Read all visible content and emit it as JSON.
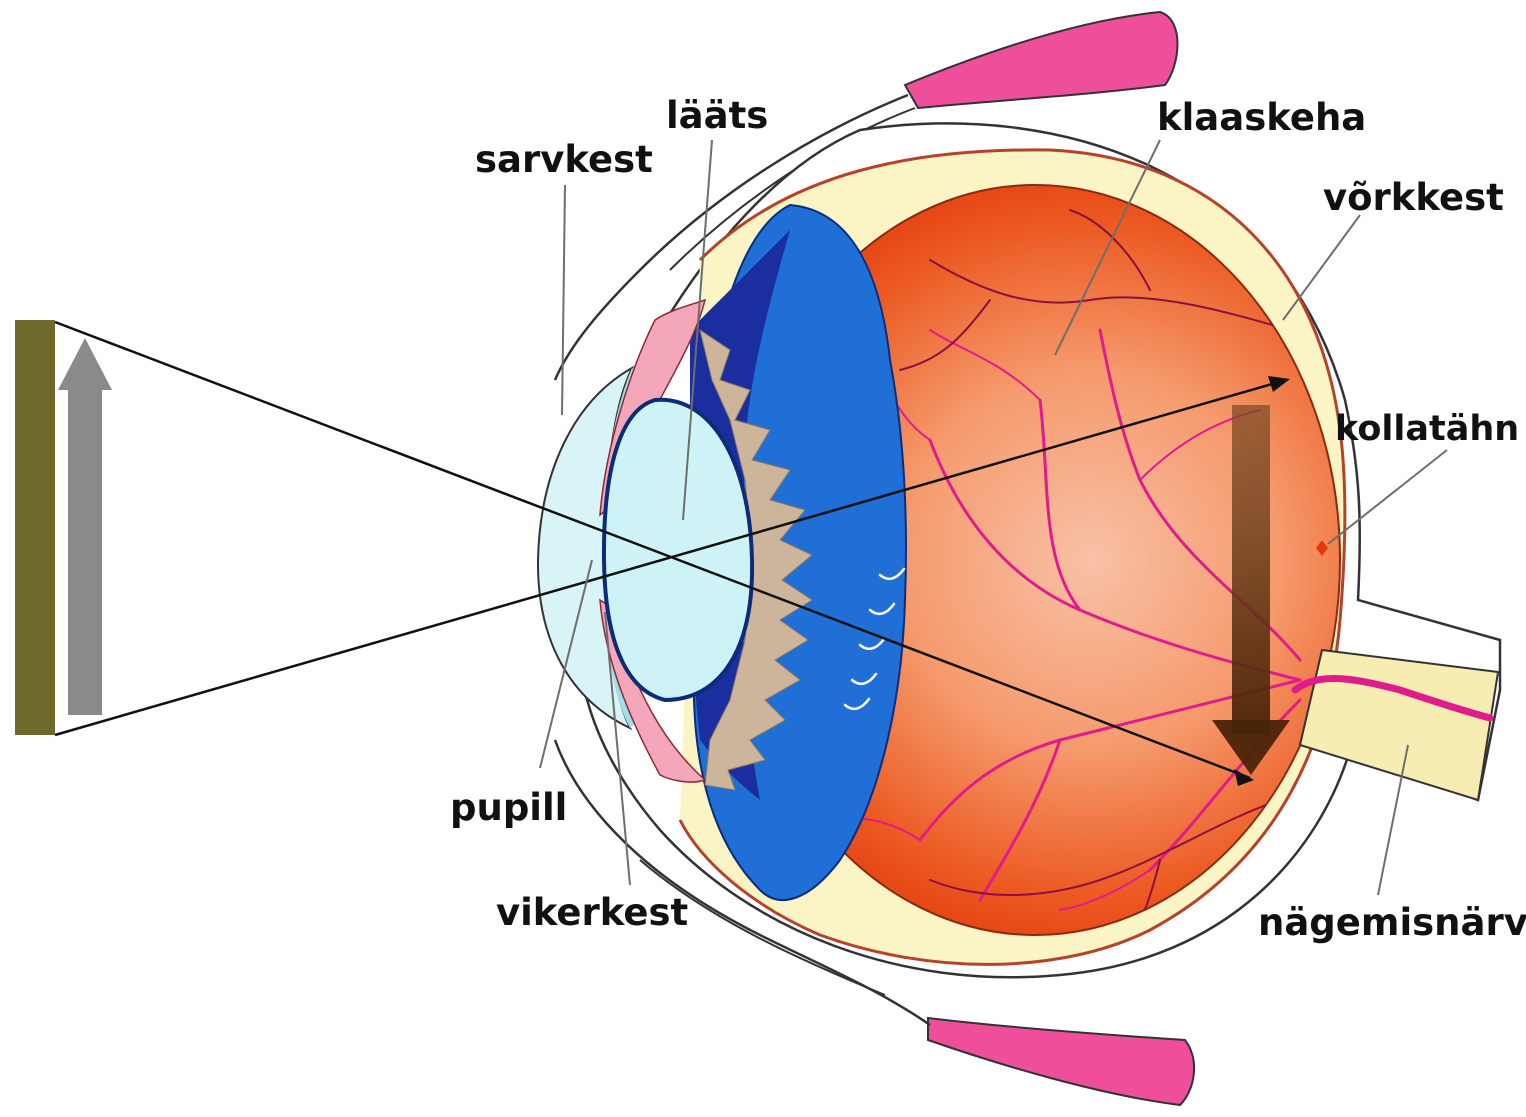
{
  "labels": {
    "cornea": "sarvkest",
    "lens": "lääts",
    "vitreous": "klaaskeha",
    "retina": "võrkkest",
    "macula": "kollatähn",
    "pupil": "pupill",
    "iris": "vikerkest",
    "optic_nerve": "nägemisnärv"
  },
  "colors": {
    "object_bar": "#6e6a2c",
    "object_arrow": "#8a8a8a",
    "muscle": "#ef4f9a",
    "vitreous_outer": "#e34010",
    "vitreous_inner": "#f7b9a0",
    "ciliary_blue": "#1f6fd6",
    "iris_dark": "#1a2ea0",
    "iris_fibers": "#cdb59b",
    "lens": "#cdf3f6",
    "cornea": "#a8e4ea",
    "sclera_cream": "#fbf4c4",
    "vessel": "#e01c8c",
    "image_arrow": "#6b3b18"
  }
}
